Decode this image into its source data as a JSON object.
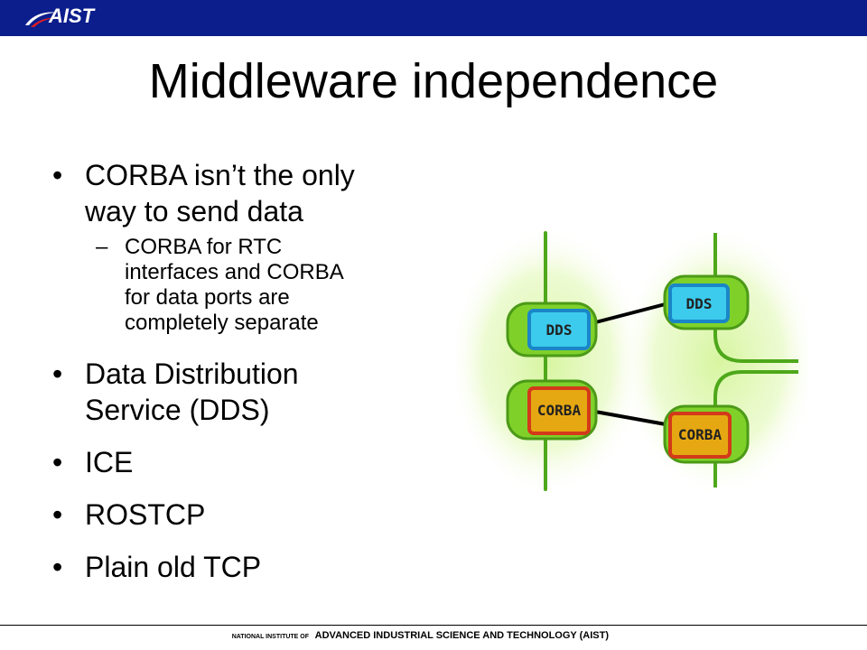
{
  "header": {
    "logo_text": "AIST"
  },
  "slide": {
    "title": "Middleware independence",
    "bullets": [
      {
        "text_line1": "CORBA isn’t the only",
        "text_line2": "way to send data",
        "sub": {
          "dash": "–",
          "line1": "CORBA for RTC",
          "line2": "interfaces and CORBA",
          "line3": "for data ports are",
          "line4": "completely separate"
        }
      },
      {
        "text_line1": "Data Distribution",
        "text_line2": "Service (DDS)"
      },
      {
        "text": "ICE"
      },
      {
        "text": "ROSTCP"
      },
      {
        "text": "Plain old TCP"
      }
    ],
    "bullet_symbol": "•"
  },
  "diagram": {
    "left_dds": "DDS",
    "left_corba": "CORBA",
    "right_dds": "DDS",
    "right_corba": "CORBA"
  },
  "footer": {
    "small": "NATIONAL INSTITUTE OF",
    "main": "ADVANCED INDUSTRIAL SCIENCE AND TECHNOLOGY (AIST)"
  },
  "colors": {
    "topbar": "#0b1e8c",
    "green": "#6cbf1e",
    "dds_fill": "#35c8e8",
    "corba_fill": "#e0a010"
  }
}
